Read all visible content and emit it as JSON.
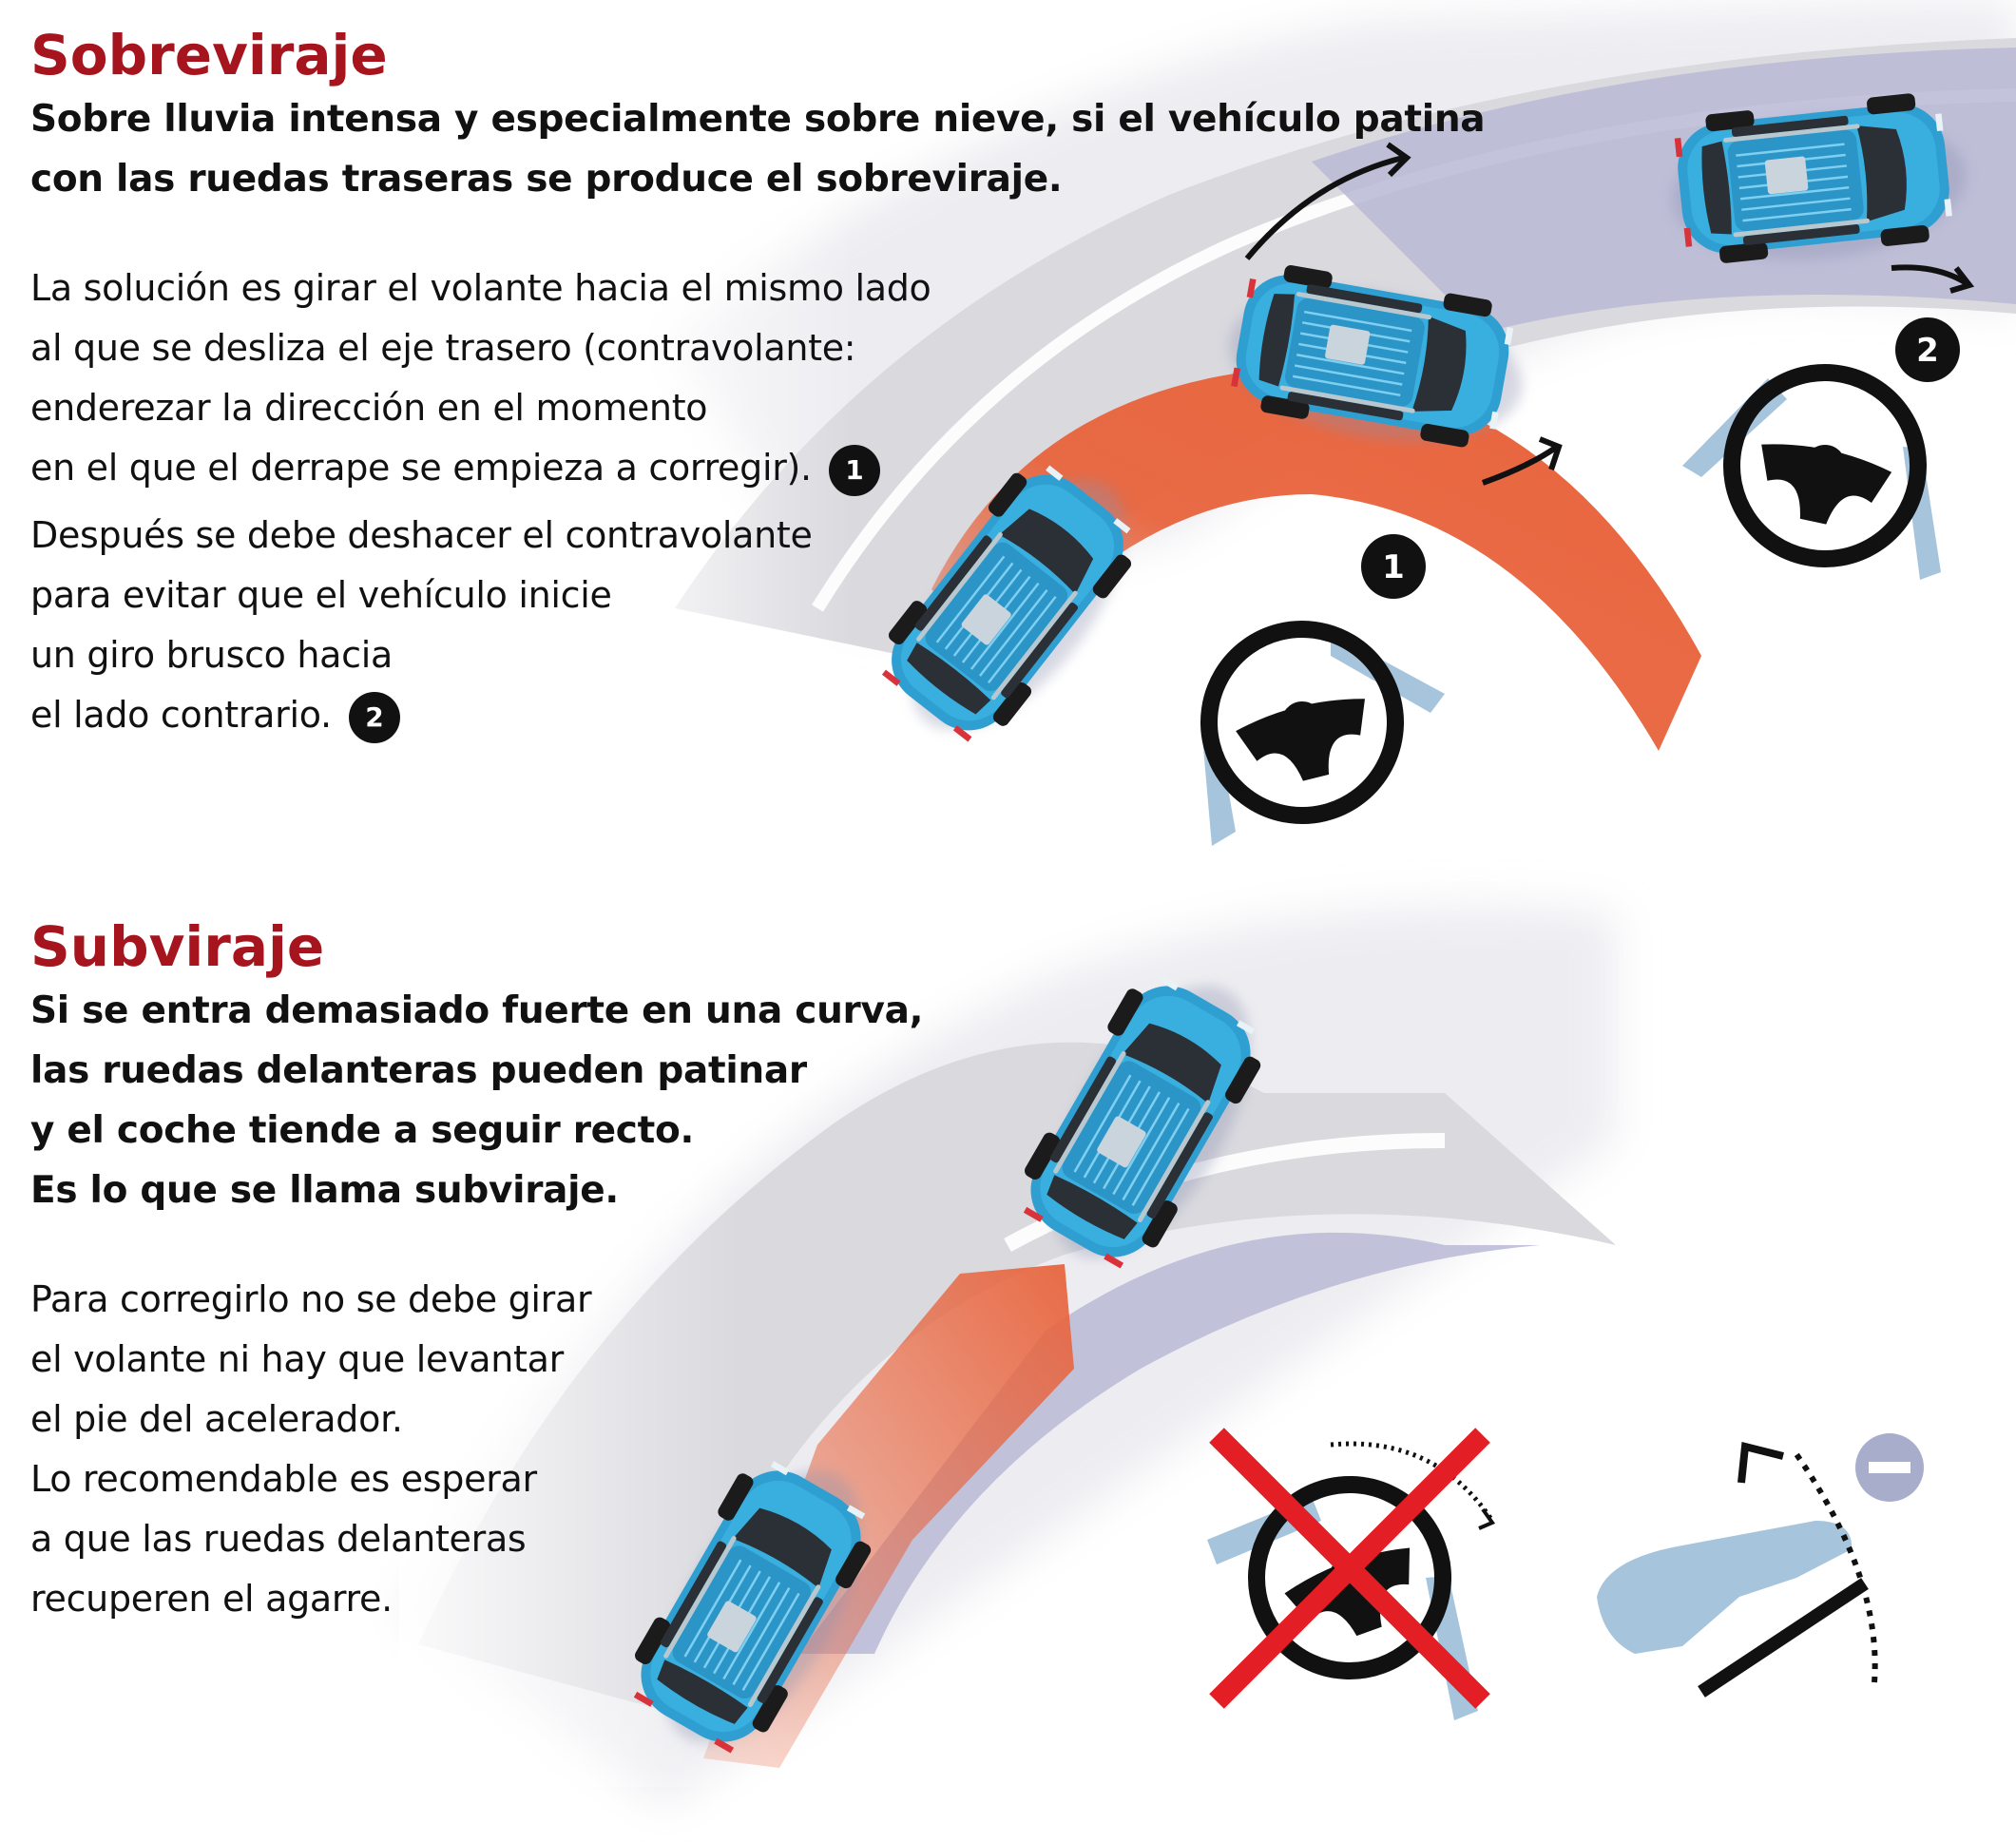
{
  "colors": {
    "title": "#a6141d",
    "road": "#d9d9de",
    "road_shadow": "#b8b9d6",
    "path": "#e8643d",
    "car": "#31a6d8",
    "hand": "#a6c4dc",
    "cross": "#e31e24",
    "badge": "#111111"
  },
  "icons": [
    "steering-wheel-icon",
    "hands-icon",
    "arrow-icon",
    "pedal-icon",
    "foot-icon",
    "minus-icon",
    "cross-icon"
  ],
  "oversteer": {
    "title": "Sobreviraje",
    "lead": [
      "Sobre lluvia intensa y especialmente sobre nieve, si el vehículo patina",
      "con las ruedas traseras se produce el sobreviraje."
    ],
    "body": [
      "La solución es girar el volante hacia el mismo lado",
      "al que se desliza el eje trasero (contravolante:",
      "enderezar la dirección en el momento",
      "en el que el derrape se empieza a corregir)."
    ],
    "body_badge": "1",
    "body2": [
      "Después se debe deshacer el contravolante",
      "para evitar que el vehículo inicie",
      "un giro brusco hacia",
      "el lado contrario."
    ],
    "body2_badge": "2",
    "step_badges": [
      "1",
      "2"
    ]
  },
  "understeer": {
    "title": "Subviraje",
    "lead": [
      "Si se entra demasiado fuerte en una curva,",
      "las ruedas delanteras pueden patinar",
      "y el coche tiende a seguir recto.",
      "Es lo que se llama subviraje."
    ],
    "body": [
      "Para corregirlo no se debe girar",
      "el volante ni hay que levantar",
      "el pie del acelerador.",
      "Lo recomendable es esperar",
      "a que las ruedas delanteras",
      "recuperen el agarre."
    ]
  }
}
